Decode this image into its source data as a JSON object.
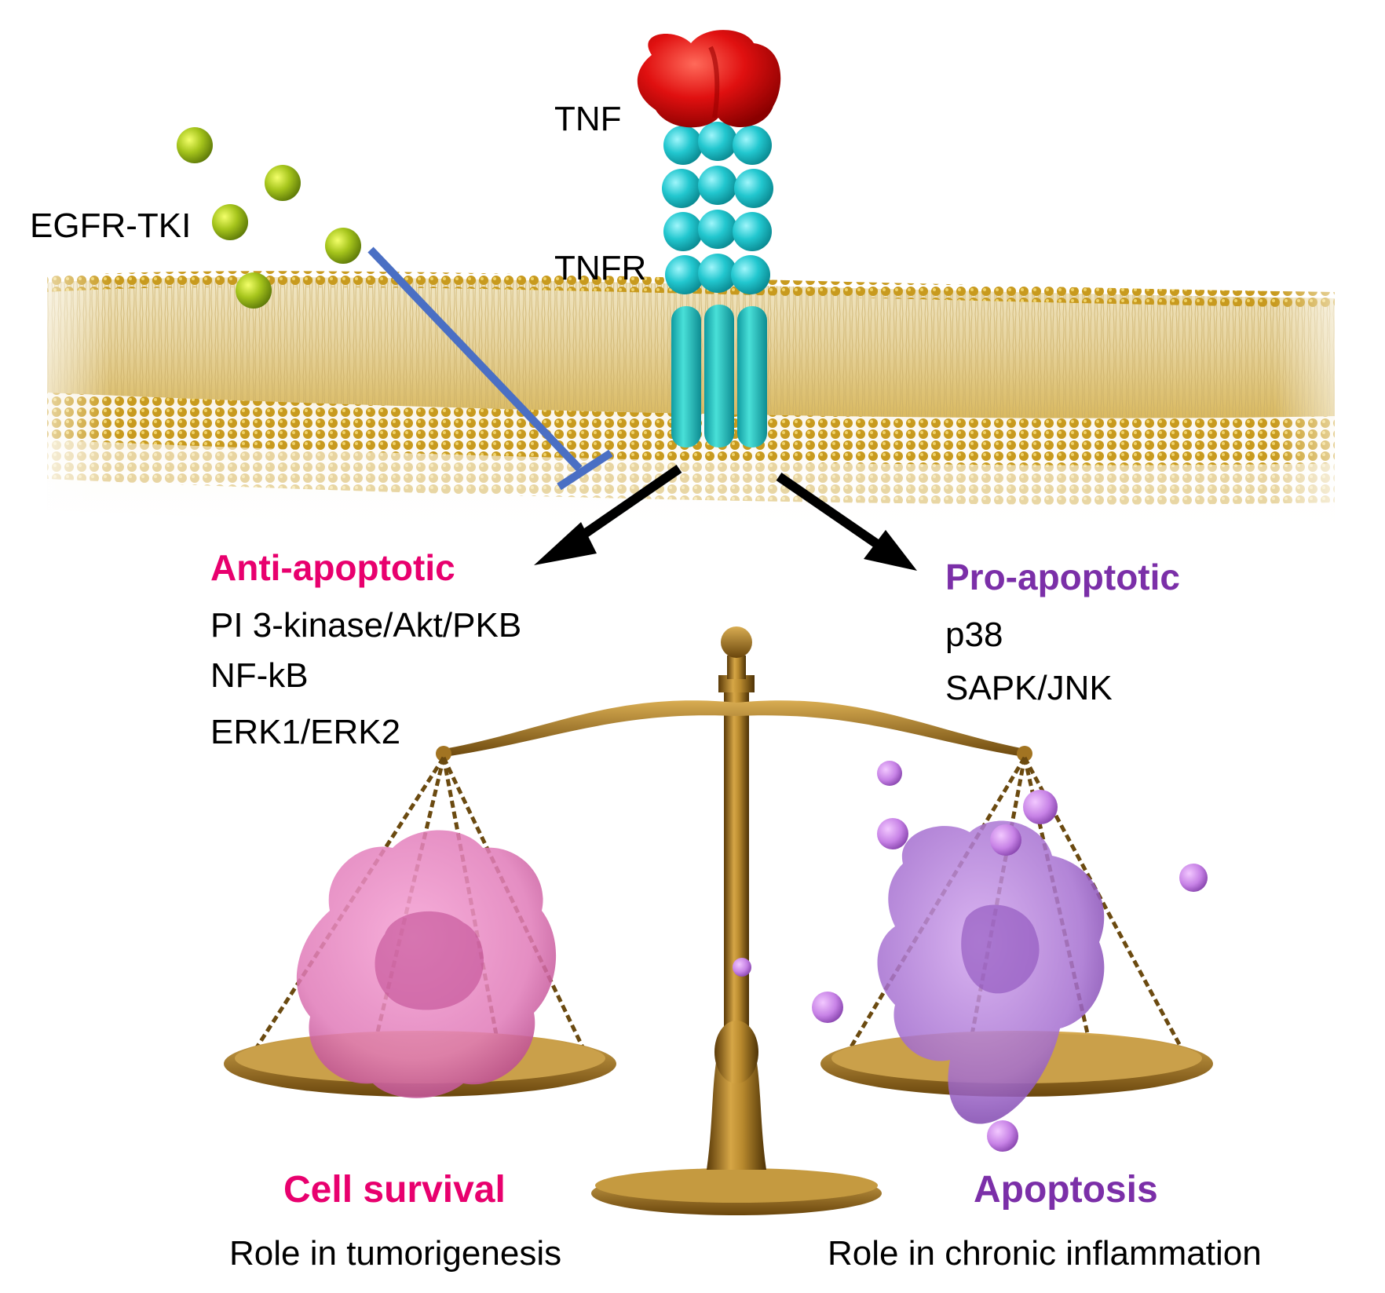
{
  "labels": {
    "tnf": "TNF",
    "tnfr": "TNFR",
    "egfr_tki": "EGFR-TKI"
  },
  "left_pathway": {
    "heading": "Anti-apoptotic",
    "items": [
      "PI 3-kinase/Akt/PKB",
      "NF-kB",
      "ERK1/ERK2"
    ],
    "outcome": "Cell survival",
    "role": "Role in tumorigenesis"
  },
  "right_pathway": {
    "heading": "Pro-apoptotic",
    "items": [
      "p38",
      "SAPK/JNK"
    ],
    "outcome": "Apoptosis",
    "role": "Role in chronic inflammation"
  },
  "colors": {
    "anti_apoptotic": "#e8006e",
    "pro_apoptotic": "#7b2fa8",
    "inhibition_line": "#4a6fc4",
    "arrow": "#000000",
    "tnf": "#e01010",
    "tnfr": "#22c7cf",
    "egfr_tki": "#9ec21a",
    "membrane": "#d4a93a",
    "scale": "#a27422"
  },
  "icons": [
    "tnf-ligand-icon",
    "tnfr-receptor-icon",
    "egfr-tki-molecule-icon",
    "balance-scale-icon",
    "survival-cell-icon",
    "apoptotic-cell-icon"
  ]
}
